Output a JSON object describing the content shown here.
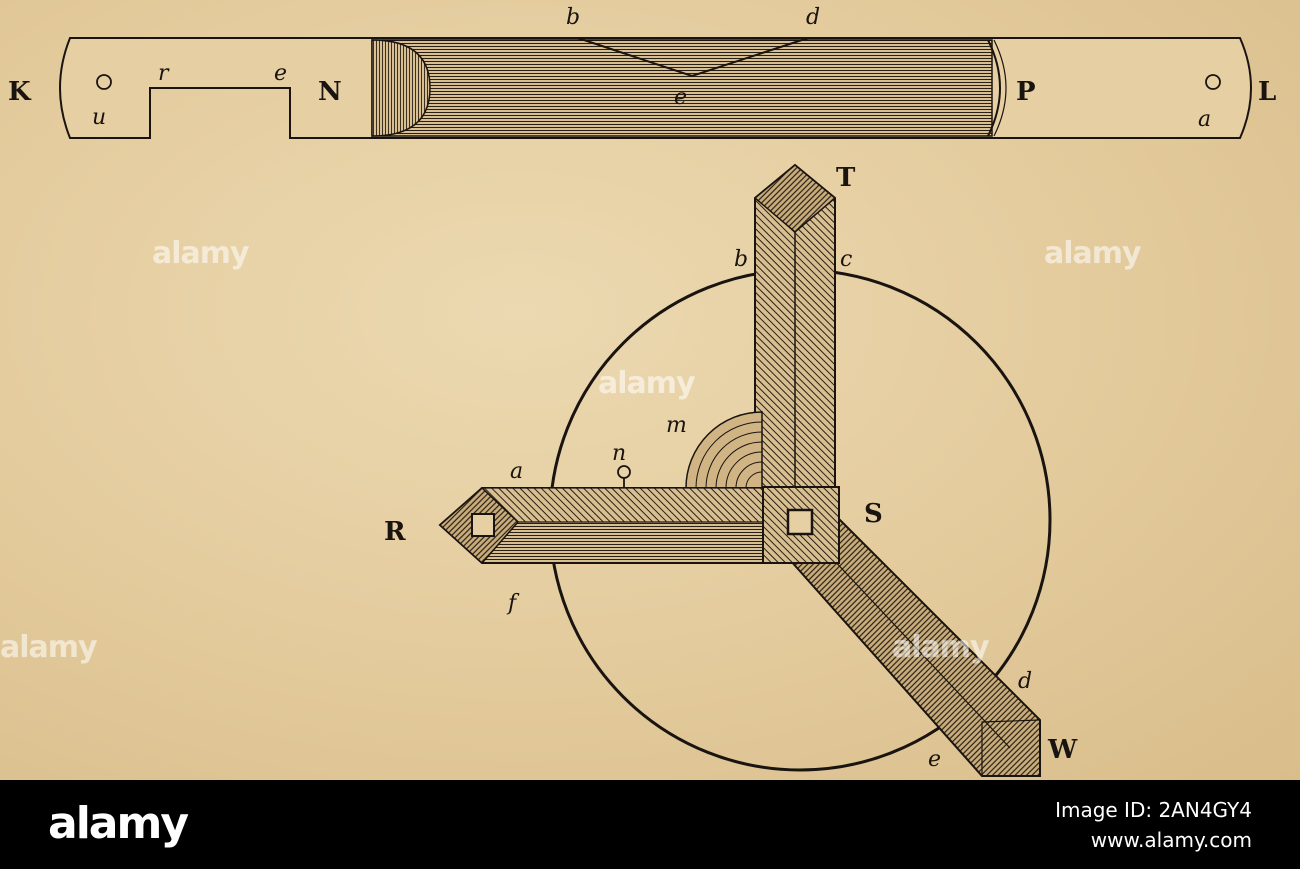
{
  "figure_top": {
    "labels": {
      "K": "K",
      "L": "L",
      "N": "N",
      "P": "P",
      "u": "u",
      "r": "r",
      "e_left": "e",
      "e_center": "e",
      "b": "b",
      "d": "d",
      "a": "a"
    }
  },
  "figure_bottom": {
    "labels": {
      "T": "T",
      "R": "R",
      "S": "S",
      "W": "W",
      "a": "a",
      "b": "b",
      "c": "c",
      "d": "d",
      "e": "e",
      "f": "f",
      "m": "m",
      "n": "n"
    }
  },
  "watermark": {
    "text": "alamy"
  },
  "footer": {
    "logo": "alamy",
    "image_id": "Image ID: 2AN4GY4",
    "url": "www.alamy.com"
  },
  "colors": {
    "ink": "#1a1410",
    "paper": "#e7d2a8",
    "footer_bg": "#000000"
  }
}
